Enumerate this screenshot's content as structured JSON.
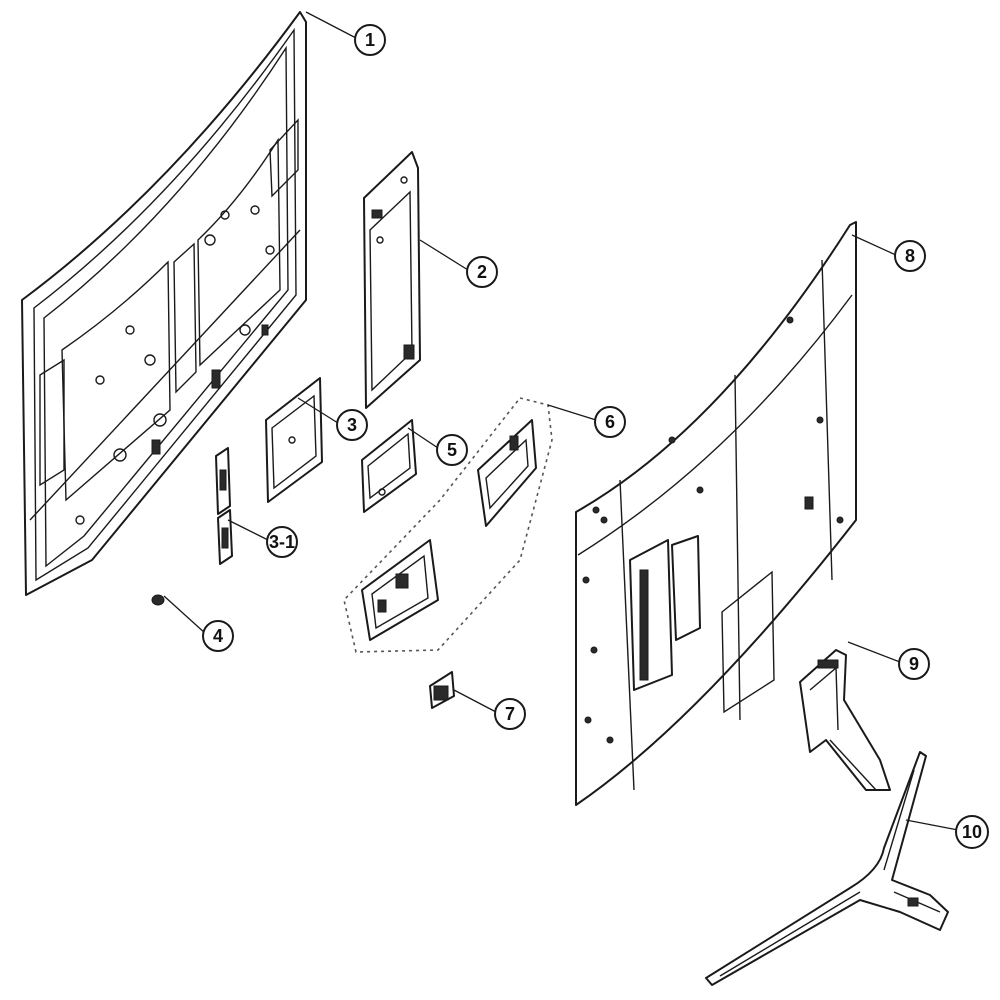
{
  "diagram": {
    "callouts": [
      {
        "id": "c1",
        "label": "1"
      },
      {
        "id": "c2",
        "label": "2"
      },
      {
        "id": "c3",
        "label": "3"
      },
      {
        "id": "c31",
        "label": "3-1"
      },
      {
        "id": "c4",
        "label": "4"
      },
      {
        "id": "c5",
        "label": "5"
      },
      {
        "id": "c6",
        "label": "6"
      },
      {
        "id": "c7",
        "label": "7"
      },
      {
        "id": "c8",
        "label": "8"
      },
      {
        "id": "c9",
        "label": "9"
      },
      {
        "id": "c10",
        "label": "10"
      }
    ]
  }
}
